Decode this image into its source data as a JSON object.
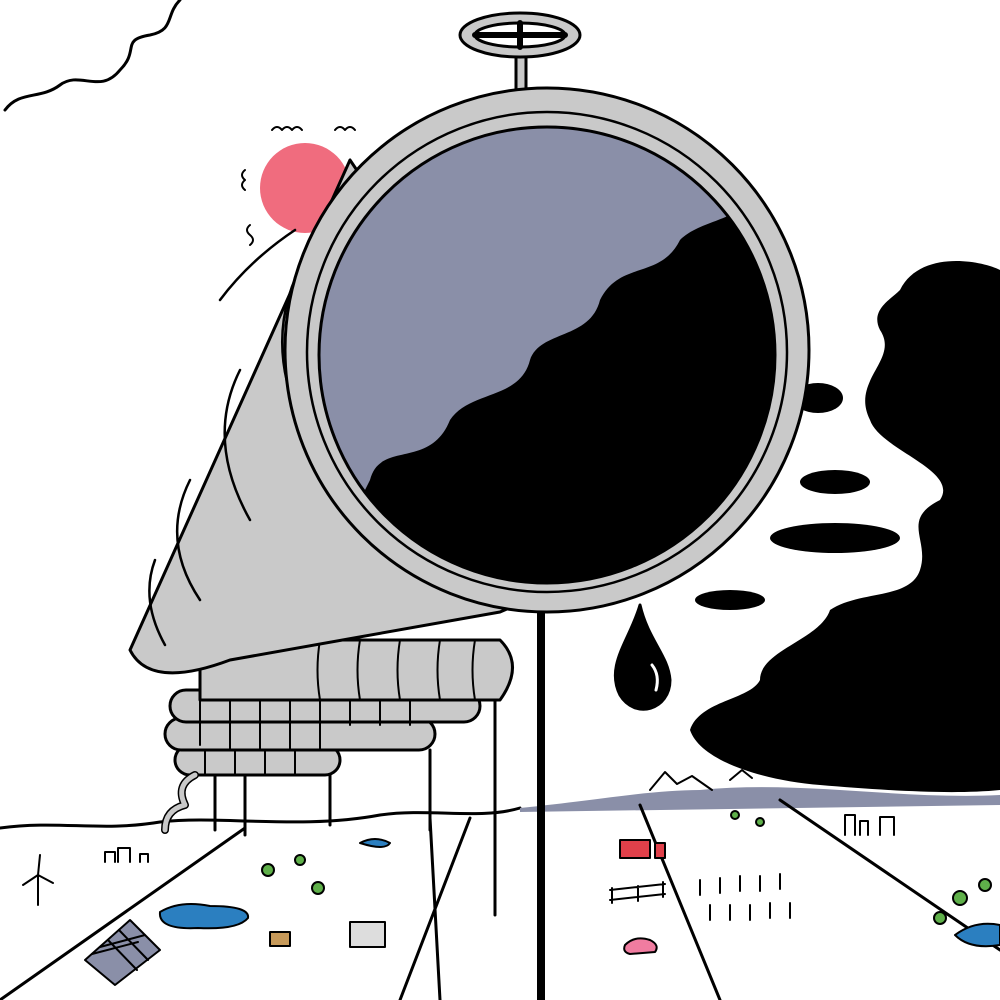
{
  "colors": {
    "background": "#ffffff",
    "outline": "#000000",
    "pipe_gray": "#c9c9c9",
    "pipe_inner_sky": "#8a8fa8",
    "oil": "#000000",
    "sun": "#f06c7e",
    "water": "#2b7fc0",
    "tree": "#5fb04a",
    "barn": "#e0404a",
    "pig": "#f07ca0",
    "horizon_haze": "#8a8fa8",
    "box": "#c79a5a"
  },
  "icons": [
    "valve-wheel",
    "sun",
    "oil-drop",
    "wind-turbine",
    "solar-panel",
    "barn",
    "pig"
  ]
}
